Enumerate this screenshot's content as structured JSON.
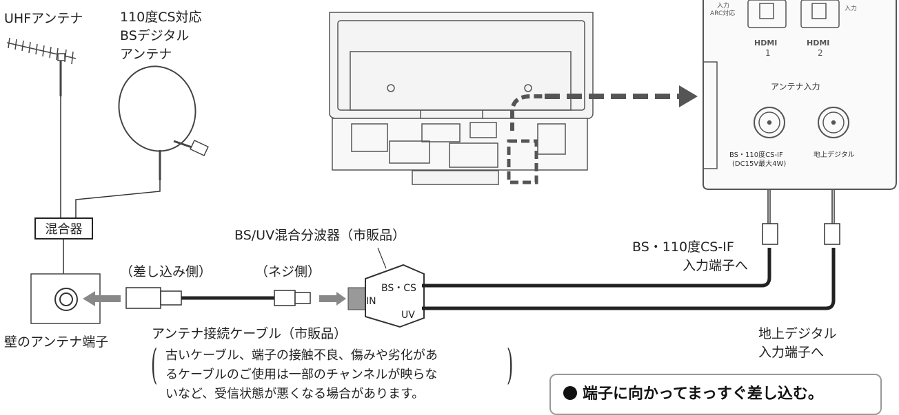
{
  "labels": {
    "uhf_antenna": "UHFアンテナ",
    "bs_antenna": [
      "110度CS対応",
      "BSデジタル",
      "アンテナ"
    ],
    "mixer": "混合器",
    "wall_terminal": "壁のアンテナ端子",
    "push_side": "（差し込み側）",
    "screw_side": "（ネジ側）",
    "splitter": "BS/UV混合分波器（市販品）",
    "cable": "アンテナ接続ケーブル（市販品）",
    "bs_input": [
      "BS・110度CS-IF",
      "入力端子へ"
    ],
    "terrestrial_input": [
      "地上デジタル",
      "入力端子へ"
    ],
    "splitter_in": "IN",
    "splitter_bscs": "BS・CS",
    "splitter_uv": "UV"
  },
  "panel": {
    "antenna_input": "アンテナ入力",
    "hdmi": "HDMI",
    "hdmi1": "1",
    "hdmi2": "2",
    "arc_label": [
      "入力",
      "ARC対応"
    ],
    "input_label": "入力",
    "bs_port_label": [
      "BS・110度CS-IF",
      "(DC15V最大4W)"
    ],
    "terrestrial_port_label": "地上デジタル"
  },
  "note": [
    "古いケーブル、端子の接触不良、傷みや劣化があ",
    "るケーブルのご使用は一部のチャンネルが映らな",
    "いなど、受信状態が悪くなる場合があります。"
  ],
  "tip": "端子に向かってまっすぐ差し込む。"
}
